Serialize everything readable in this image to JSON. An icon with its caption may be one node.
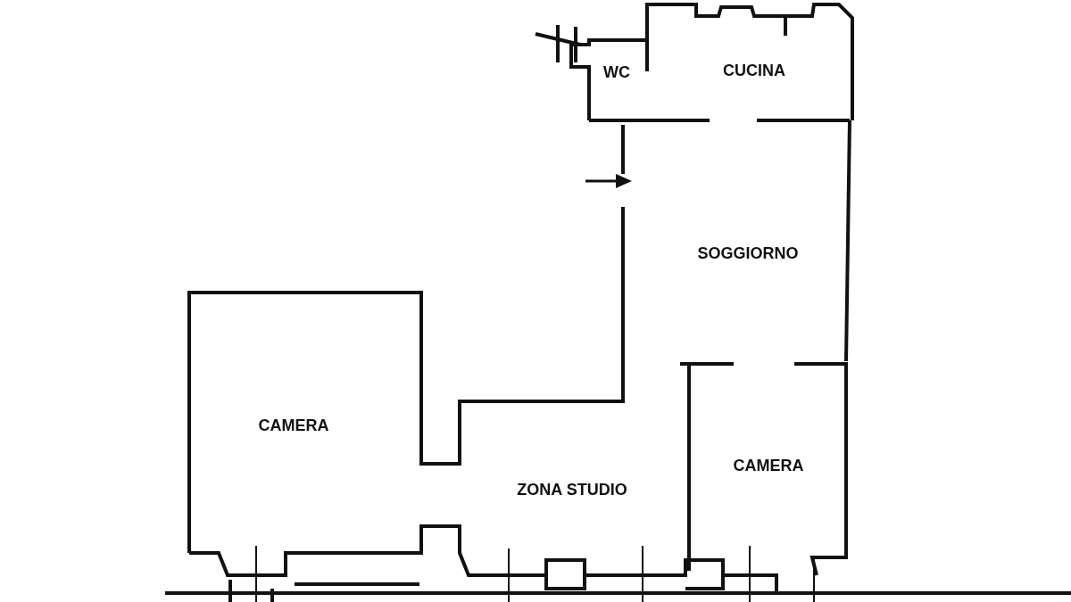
{
  "diagram": {
    "labels": [
      "WC",
      "CUCINA",
      "SOGGIORNO",
      "CAMERA",
      "CAMERA",
      "ZONA STUDIO"
    ]
  }
}
